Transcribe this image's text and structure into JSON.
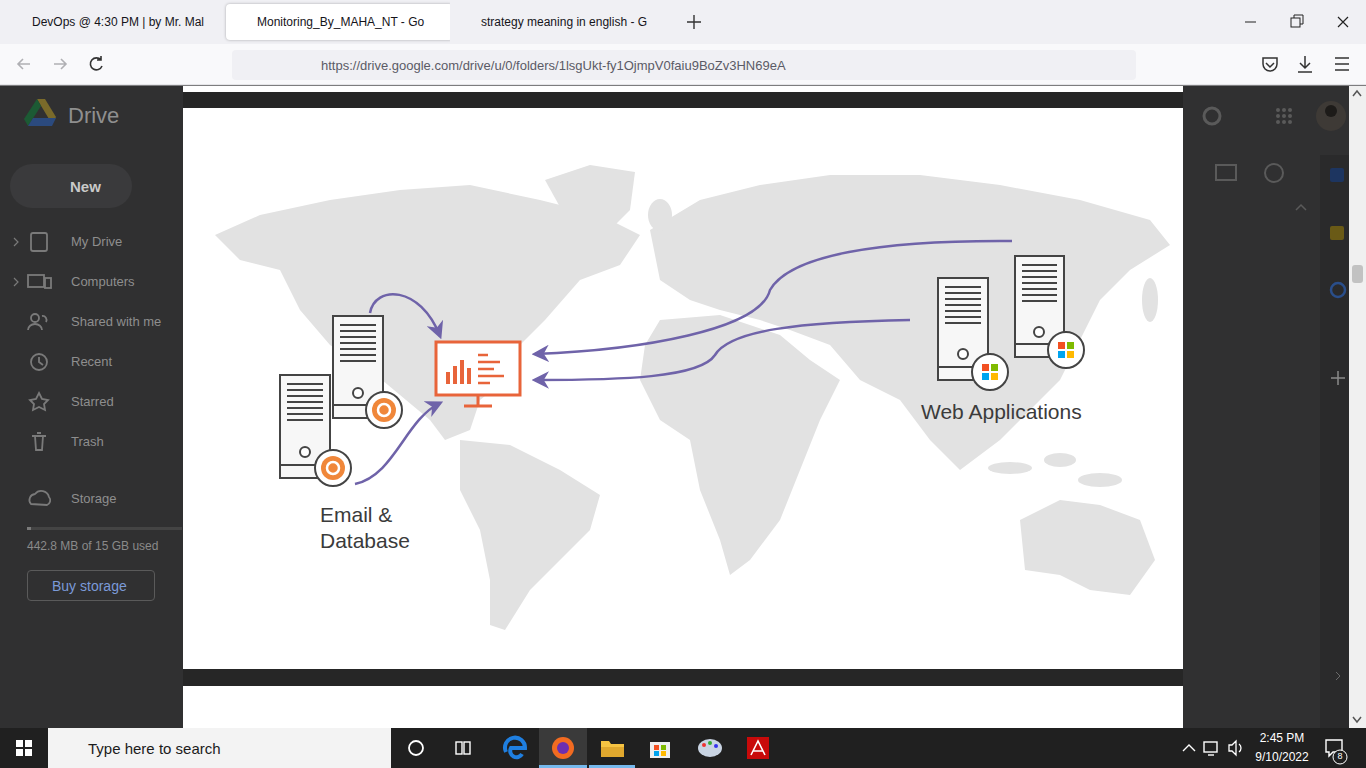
{
  "diagram": {
    "nodes": [
      {
        "text": [
          "DevOps @ 4:30 PM | by Mr. Mal"
        ]
      },
      {
        "text": [
          "Monitoring_By_MAHA_NT - Go"
        ]
      },
      {
        "text": [
          "strategy meaning in english - G"
        ]
      },
      {
        "text": [
          "https://drive.google.com/drive/u/0/folders/1lsgUkt-fy1OjmpV0faiu9BoZv3HN69eA"
        ]
      },
      {
        "text": [
          "New"
        ]
      },
      {
        "text": [
          "Buy storage"
        ]
      },
      {
        "text": [
          "Type here to search"
        ]
      }
    ],
    "labels": [
      "Drive",
      "My Drive",
      "Computers",
      "Shared with me",
      "Recent",
      "Starred",
      "Trash",
      "Storage",
      "442.8 MB of 15 GB used",
      "Web Applications",
      "Email & Database",
      "2:45 PM",
      "9/10/2022",
      "8"
    ]
  }
}
